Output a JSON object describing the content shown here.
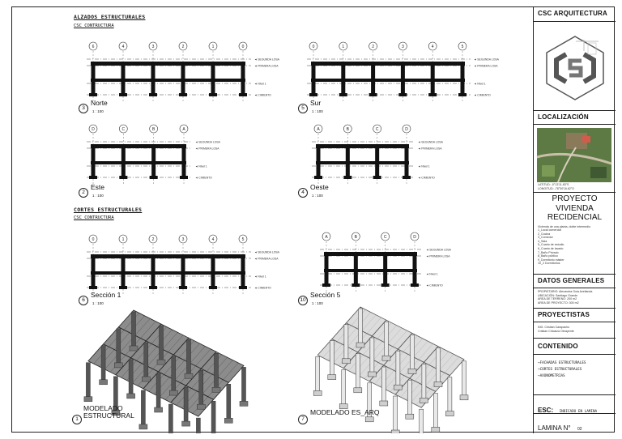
{
  "sheet": {
    "headers": {
      "elevations": "ALZADOS ESTRUCTURALES",
      "elevations_sub": "CSC CONTRUCTURA",
      "sections": "CORTES ESTRUCTURALES",
      "sections_sub": "CSC CONTRUCTURA"
    },
    "views": [
      {
        "number": "3",
        "name": "Norte",
        "scale": "1 : 100"
      },
      {
        "number": "5",
        "name": "Sur",
        "scale": "1 : 100"
      },
      {
        "number": "2",
        "name": "Este",
        "scale": "1 : 100"
      },
      {
        "number": "4",
        "name": "Oeste",
        "scale": "1 : 100"
      },
      {
        "number": "6",
        "name": "Sección 1",
        "scale": "1 : 100"
      },
      {
        "number": "10",
        "name": "Sección 5",
        "scale": "1 : 100"
      },
      {
        "number": "1",
        "name_line1": "MODELADO",
        "name_line2": "ESTRUCTURAL"
      },
      {
        "number": "7",
        "name": "MODELADO ES_ARQ"
      }
    ],
    "grid_labels": {
      "norte": [
        "6",
        "4",
        "3",
        "2",
        "1",
        "0"
      ],
      "sur": [
        "0",
        "1",
        "2",
        "3",
        "4",
        "5"
      ],
      "este": [
        "D",
        "C",
        "B",
        "A"
      ],
      "oeste": [
        "A",
        "B",
        "C",
        "D"
      ],
      "seccion1": [
        "0",
        "1",
        "2",
        "3",
        "4",
        "5"
      ],
      "seccion5": [
        "A",
        "B",
        "C",
        "D"
      ]
    },
    "level_labels": [
      "SEGUNDA LOSA",
      "PRIMERA LOSA",
      "Nivel 1",
      "CIMIENTO"
    ]
  },
  "sidebar": {
    "company": "CSC ARQUITECTURA",
    "location_title": "LOCALIZACIÓN",
    "coords_line1": "LATITUD: -0°13'11.83\"S",
    "coords_line2": "LONGITUD: -78°30'16.62\"O",
    "project_title_1": "PROYECTO",
    "project_title_2": "VIVIENDA",
    "project_title_3": "RECIDENCIAL",
    "project_desc": [
      "Vivienda de una planta, doble intermedio",
      "1_Local comercial",
      "2_Cocina",
      "3_Comedor",
      "4_Sala",
      "5_Cuarto de estudio",
      "6_Cuarto de lavado",
      "7_Baño Privado",
      "8_Baño público",
      "9_Dormitorio máster",
      "10_2 Dormitorios"
    ],
    "general_title": "DATOS GENERALES",
    "general_lines": [
      "PROPIETARIO: Alexandra Guia Avellanda",
      "UBICACIÓN: Santiago Grande",
      "AREA DE TERRENO: 200 m2",
      "AREA DE PROYECTO: 300 m2"
    ],
    "designers_title": "PROYECTISTAS",
    "designers_lines": [
      "ING. Cristian Carapacho",
      "Cristian Chicaiza Obrayente"
    ],
    "content_title": "CONTENIDO",
    "content_items": [
      "FACHADAS ESTRUCTURALES",
      "CORTES ESTRUCTURALES",
      "AXONOMETRIAS"
    ],
    "scale_label": "ESC:",
    "scale_value": "INDICADO EN LAMINA",
    "sheet_label": "LAMINA N°",
    "sheet_value": "02"
  }
}
